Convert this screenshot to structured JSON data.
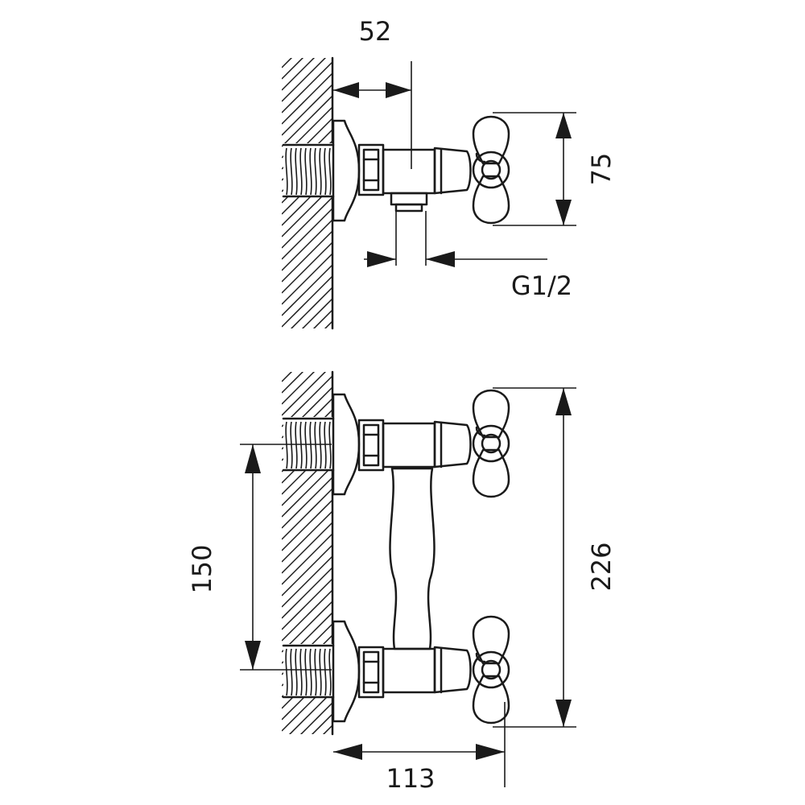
{
  "side_view": {
    "depth_label": "52",
    "handle_height_label": "75",
    "outlet_thread_label": "G1/2"
  },
  "front_view": {
    "inlet_spacing_label": "150",
    "overall_height_label": "226",
    "projection_label": "113"
  }
}
